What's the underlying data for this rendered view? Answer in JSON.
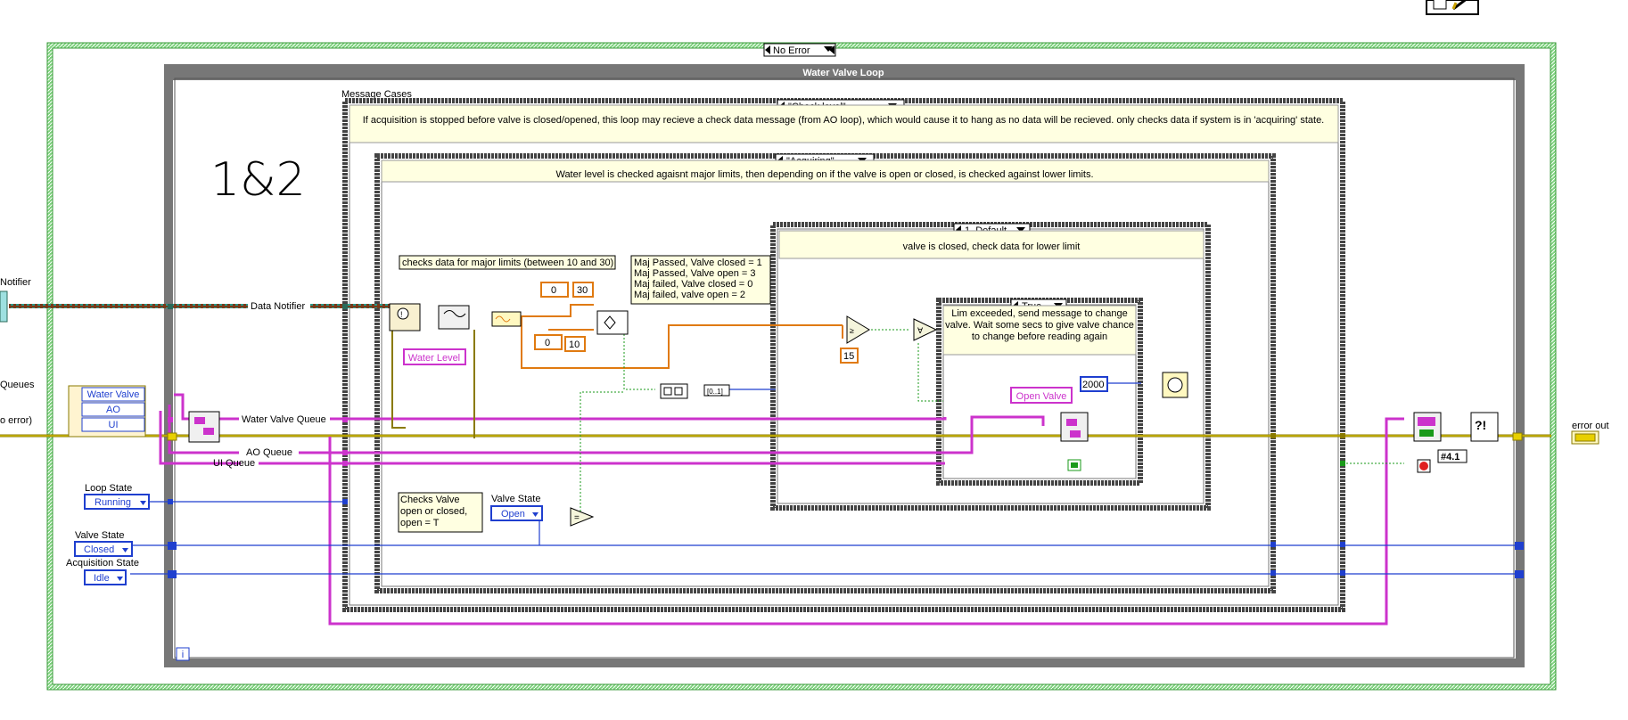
{
  "handwritten_note": "1&2",
  "outer_case_selector": "No Error",
  "loop_title": "Water Valve Loop",
  "message_cases_label": "Message Cases",
  "check_level_selector": "\"Check level\"",
  "check_level_comment": "If acquisition is stopped before valve is closed/opened, this loop may recieve a check data message (from AO loop), which would cause it to hang as no data will be recieved. only checks data if system is in 'acquiring' state.",
  "acquiring_selector": "\"Acquiring\"",
  "acquiring_comment": "Water level is checked agaisnt major limits, then depending on if the valve is open or closed, is checked against lower limits.",
  "major_limits_comment": "checks data for major limits (between 10 and 30)",
  "result_codes": [
    "Maj Passed, Valve closed = 1",
    "Maj Passed, Valve open = 3",
    "Maj failed, Valve closed = 0",
    "Maj failed, valve open = 2"
  ],
  "constants": {
    "upper_limit": "30",
    "lower_limit": "10",
    "zero_a": "0",
    "zero_b": "0",
    "valve_threshold": "15",
    "wait_ms": "2000",
    "error_code": "#4.1"
  },
  "default_case_selector": "1, Default",
  "default_case_comment": "valve is closed, check data for lower limit",
  "true_case_selector": "True",
  "true_case_comment": "Lim exceeded, send message to change valve. Wait some secs to give valve chance to change before reading again",
  "water_level_label": "Water Level",
  "open_valve_label": "Open Valve",
  "wire_labels": {
    "data_notifier": "Data Notifier",
    "water_valve_queue": "Water Valve Queue",
    "ao_queue": "AO Queue",
    "ui_queue": "UI Queue"
  },
  "left_edge_labels": {
    "notifier": "Notifier",
    "queues": "Queues",
    "error_in": "o error)"
  },
  "queue_cluster_items": [
    "Water Valve",
    "AO",
    "UI"
  ],
  "checks_valve_comment": "Checks Valve open or closed, open = T",
  "valve_state_label": "Valve State",
  "valve_state_inner_value": "Open",
  "loop_state_label": "Loop State",
  "loop_state_value": "Running",
  "valve_state_left_label": "Valve State",
  "valve_state_left_value": "Closed",
  "acq_state_label": "Acquisition State",
  "acq_state_value": "Idle",
  "iteration_terminal": "i",
  "error_out_label": "error out",
  "colors": {
    "error_wire": "#8a7a00",
    "queue_wire": "#cc33cc",
    "enum_wire": "#1f3fcf",
    "numeric_wire": "#e07a10",
    "bool_wire": "#1a9a1a",
    "case_border": "#555555",
    "loop_bar": "#777777",
    "comment_bg": "#ffffe1"
  }
}
